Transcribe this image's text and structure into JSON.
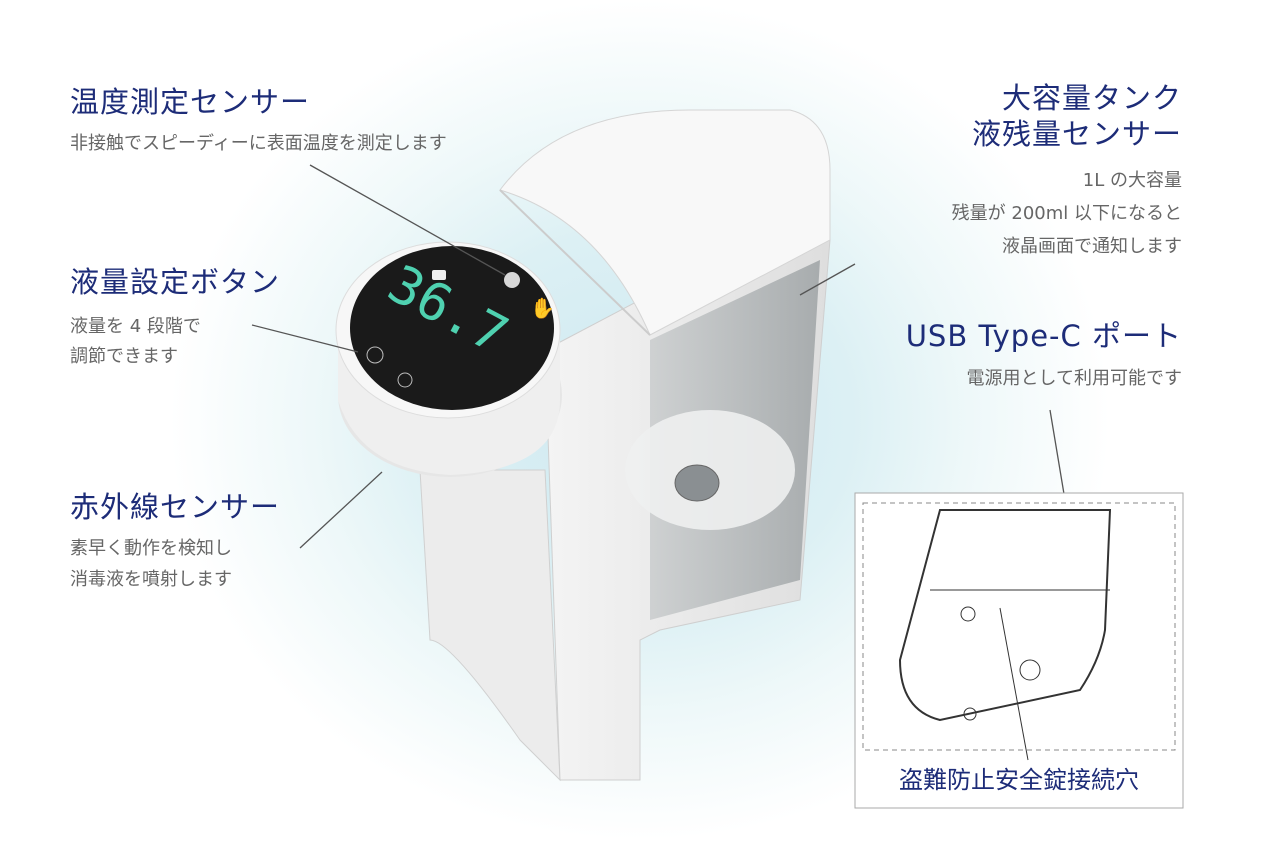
{
  "display": {
    "temperature": "36.7"
  },
  "left": [
    {
      "title": "温度測定センサー",
      "lines": [
        "非接触でスピーディーに表面温度を測定します"
      ]
    },
    {
      "title": "液量設定ボタン",
      "lines": [
        "液量を 4 段階で",
        "調節できます"
      ]
    },
    {
      "title": "赤外線センサー",
      "lines": [
        "素早く動作を検知し",
        "消毒液を噴射します"
      ]
    }
  ],
  "right": [
    {
      "title_lines": [
        "大容量タンク",
        "液残量センサー"
      ],
      "lines": [
        "1L の大容量",
        "残量が 200ml 以下になると",
        "液晶画面で通知します"
      ]
    },
    {
      "title_lines": [
        "USB Type-C ポート"
      ],
      "lines": [
        "電源用として利用可能です"
      ]
    }
  ],
  "inset": {
    "caption": "盗難防止安全錠接続穴"
  },
  "colors": {
    "title": "#1d2c78",
    "text": "#666666",
    "digits": "#4fd1b0"
  }
}
